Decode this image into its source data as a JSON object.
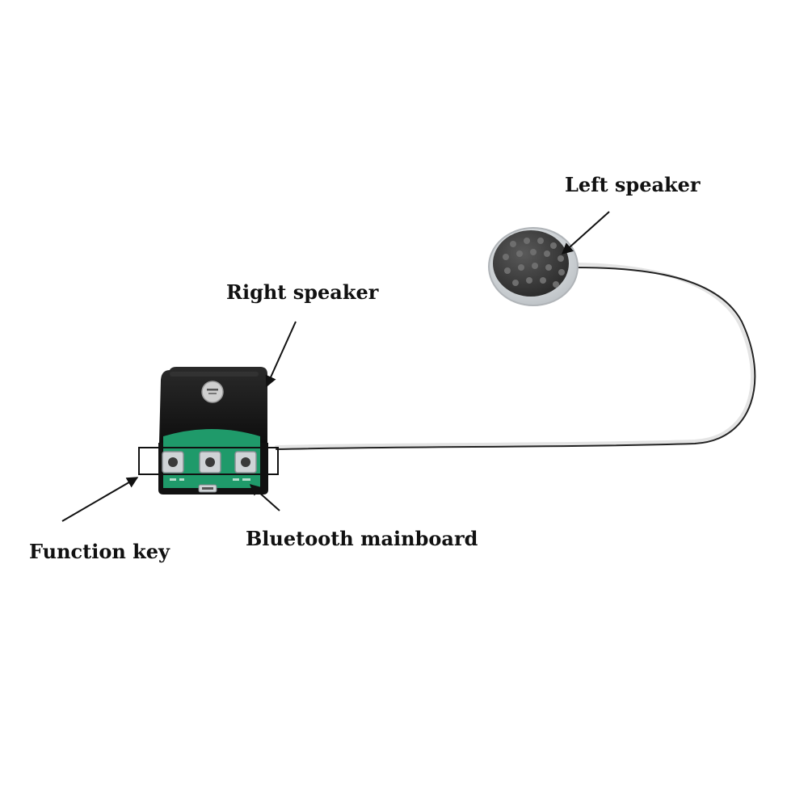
{
  "labels": {
    "left_speaker": "Left speaker",
    "right_speaker": "Right speaker",
    "function_key": "Function key",
    "bluetooth_mainboard": "Bluetooth mainboard"
  },
  "colors": {
    "background": "#ffffff",
    "housing": "#141414",
    "pcb": "#1f9a6a",
    "speaker_grille": "#3a3a3a",
    "speaker_rim": "#d9dde0",
    "cable_white": "#e4e4e4",
    "cable_black": "#222222",
    "arrow": "#111111"
  },
  "icons": {
    "left_speaker": "speaker-grille-icon",
    "right_speaker": "speaker-housing-icon",
    "buttons": "push-button-icon",
    "usb": "micro-usb-port-icon"
  }
}
